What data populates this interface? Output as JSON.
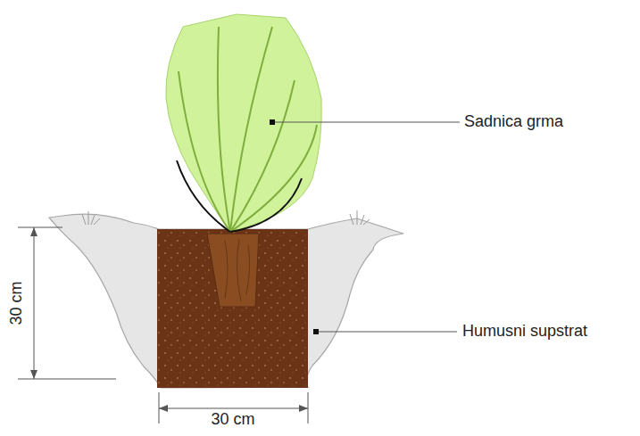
{
  "diagram": {
    "labels": [
      "Sadnica grma",
      "Humusni supstrat",
      "30 cm",
      "30 cm"
    ]
  }
}
